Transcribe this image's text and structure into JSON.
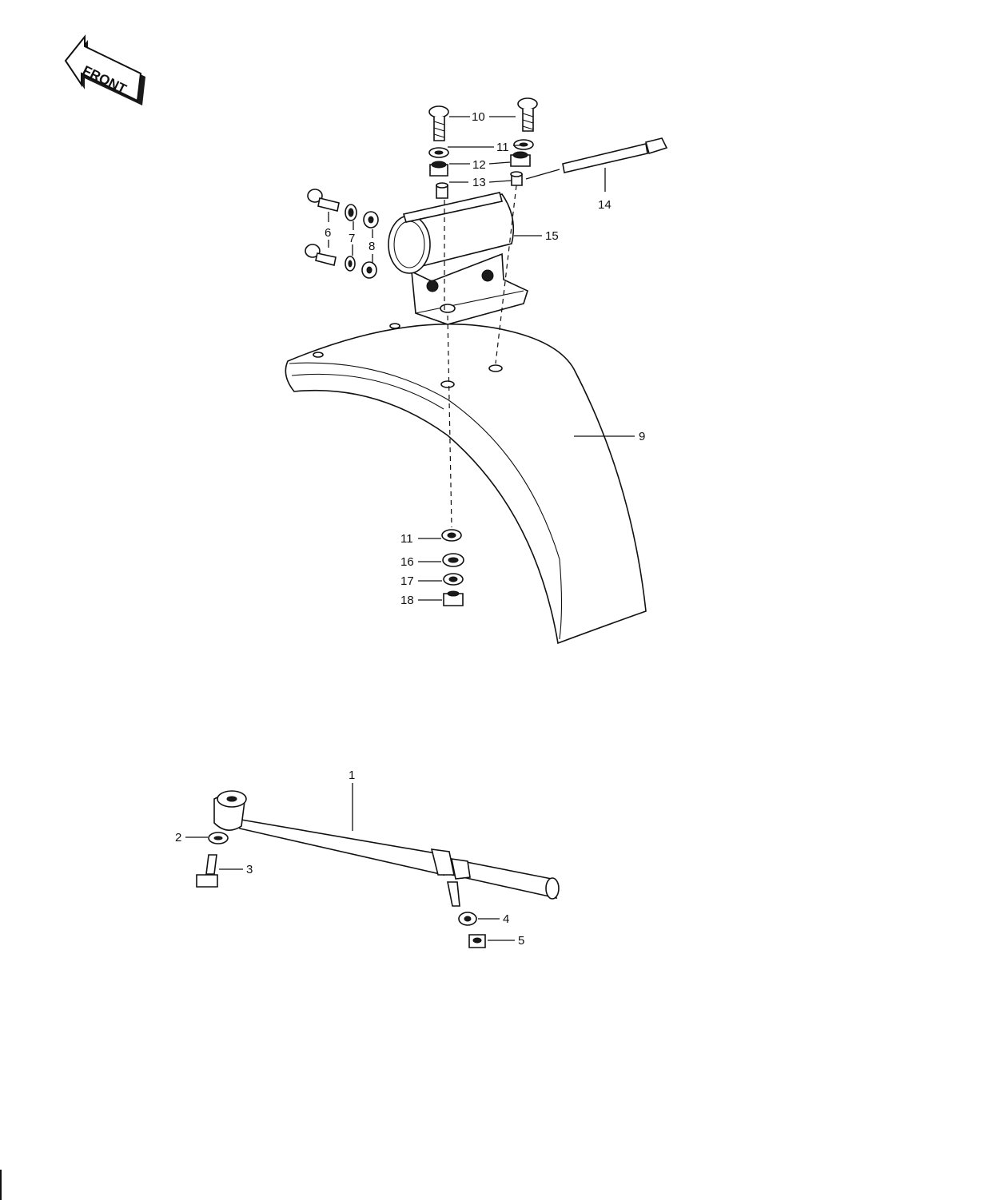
{
  "front_label": "FRONT",
  "callouts": {
    "c1": "1",
    "c2": "2",
    "c3": "3",
    "c4": "4",
    "c5": "5",
    "c6": "6",
    "c7": "7",
    "c8": "8",
    "c9": "9",
    "c10": "10",
    "c11a": "11",
    "c11b": "11",
    "c12": "12",
    "c13": "13",
    "c14": "14",
    "c15": "15",
    "c16": "16",
    "c17": "17",
    "c18": "18"
  }
}
